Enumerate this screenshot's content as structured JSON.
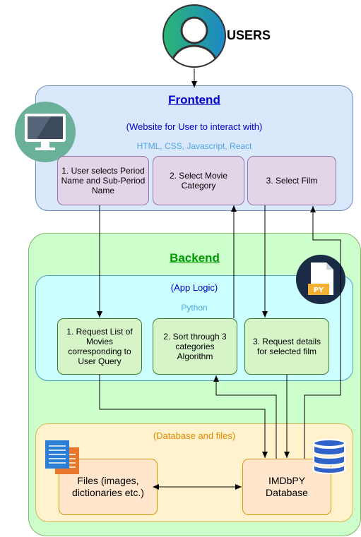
{
  "users": {
    "label": "USERS",
    "icon": "user-icon"
  },
  "frontend": {
    "title": "Frontend",
    "subtitle": "(Website for User to interact with)",
    "tech": "HTML, CSS, Javascript, React",
    "icon": "monitor-icon",
    "steps": [
      "1. User selects Period Name and Sub-Period Name",
      "2. Select Movie Category",
      "3. Select Film"
    ]
  },
  "backend": {
    "title": "Backend",
    "app_logic": {
      "subtitle": "(App Logic)",
      "tech": "Python",
      "icon": "python-file-icon",
      "file_badge": "PY",
      "steps": [
        "1. Request List of Movies corresponding to User Query",
        "2. Sort through 3 categories Algorithm",
        "3. Request details for selected film"
      ]
    },
    "database": {
      "subtitle": "(Database and files)",
      "files_label": "Files (images, dictionaries etc.)",
      "db_label": "IMDbPY Database",
      "files_icon": "documents-icon",
      "db_icon": "database-icon"
    }
  },
  "colors": {
    "frontend_bg": "#dae8fc",
    "frontend_border": "#6c8ebf",
    "step_fe_bg": "#e1d5e7",
    "step_fe_border": "#9673a6",
    "backend_bg": "#ccffcc",
    "backend_border": "#82b366",
    "applogic_bg": "#ccffff",
    "applogic_border": "#4aa0c0",
    "step_be_bg": "#d5f5c8",
    "step_be_border": "#3e7a2e",
    "db_bg": "#fff2cc",
    "db_border": "#d6b656",
    "db_node_bg": "#ffe6cc",
    "db_node_border": "#d79b00",
    "title_blue": "#0000cc",
    "title_green": "#009900",
    "tech_blue": "#4da6e6",
    "db_orange": "#e68a00"
  }
}
